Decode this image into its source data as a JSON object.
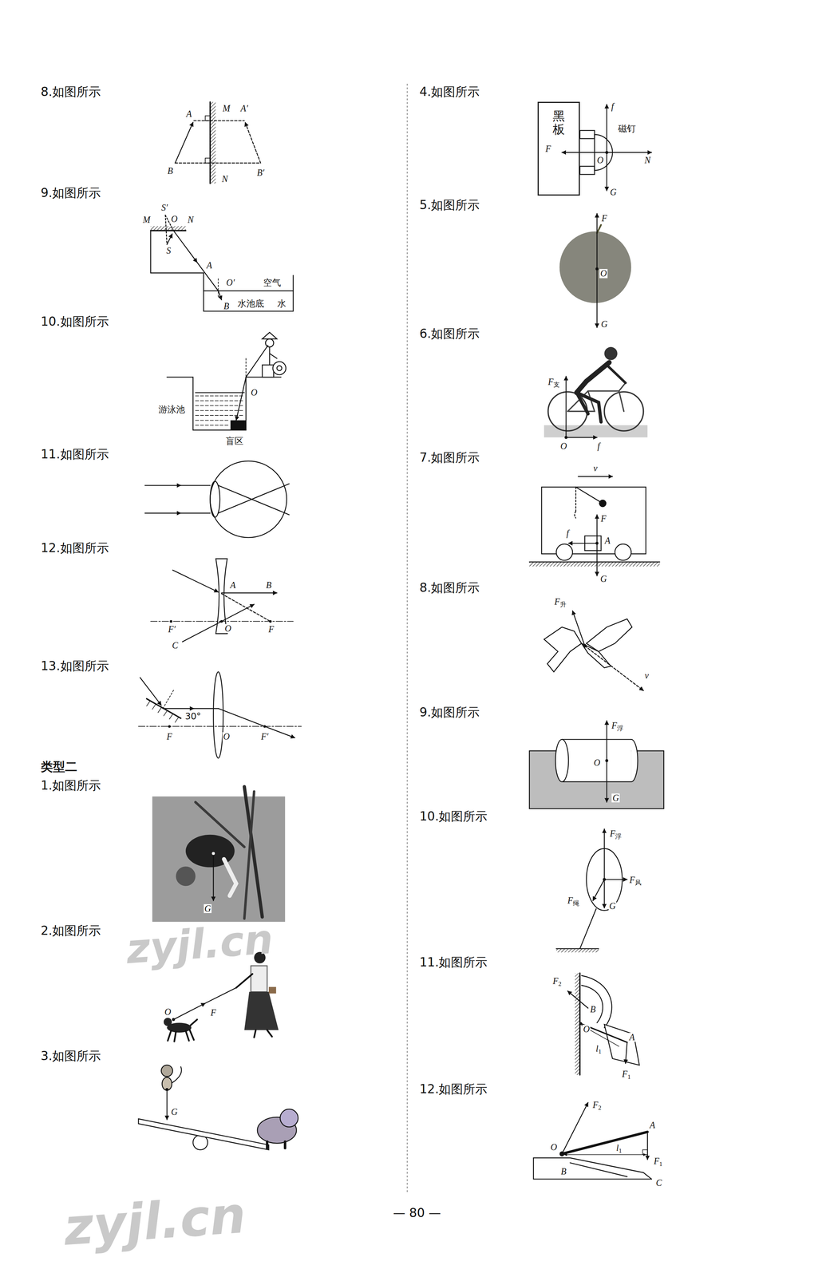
{
  "diagram": {
    "nodes": [
      {
        "text": [
          "黑板"
        ]
      }
    ],
    "labels": [
      "8.如图所示",
      "A",
      "M",
      "A′",
      "B",
      "N",
      "B′",
      "9.如图所示",
      "S′",
      "M",
      "O",
      "N",
      "S",
      "A",
      "O′",
      "空气",
      "B",
      "水池底",
      "水",
      "10.如图所示",
      "游泳池",
      "O",
      "盲区",
      "11.如图所示",
      "12.如图所示",
      "A",
      "B",
      "F′",
      "O",
      "F",
      "C",
      "13.如图所示",
      "30°",
      "F",
      "O",
      "F′",
      "类型二",
      "1.如图所示",
      "G",
      "2.如图所示",
      "O",
      "F",
      "3.如图所示",
      "G",
      "4.如图所示",
      "f",
      "磁钉",
      "F",
      "O",
      "N",
      "G",
      "5.如图所示",
      "F",
      "O",
      "G",
      "6.如图所示",
      "F支",
      "O",
      "f",
      "7.如图所示",
      "v",
      "F",
      "f",
      "A",
      "G",
      "8.如图所示",
      "F升",
      "v",
      "9.如图所示",
      "F浮",
      "O",
      "G",
      "10.如图所示",
      "F浮",
      "F风",
      "F绳",
      "G",
      "11.如图所示",
      "F2",
      "B",
      "O",
      "l1",
      "A",
      "F1",
      "12.如图所示",
      "F2",
      "A",
      "O",
      "l1",
      "F1",
      "B",
      "C",
      "— 80 —",
      "zyjl.cn",
      "zyjl.cn"
    ]
  }
}
